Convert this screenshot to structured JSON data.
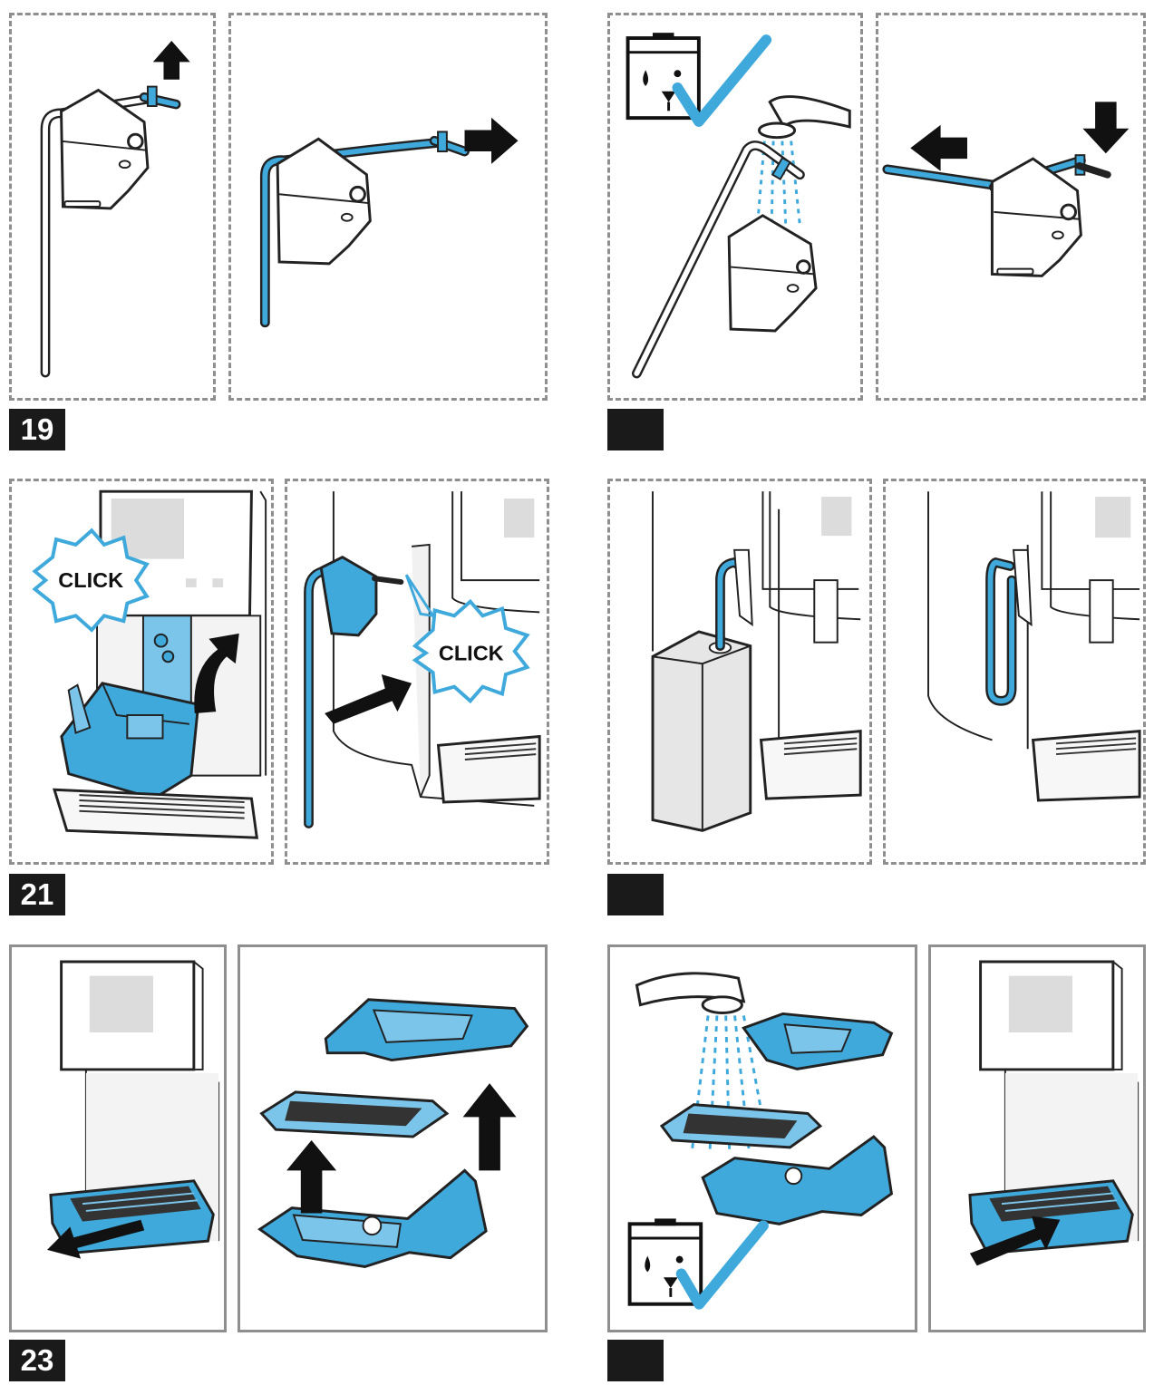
{
  "steps": {
    "s19": "19",
    "s20": "",
    "s21": "21",
    "s22": "",
    "s23": "23",
    "s24": ""
  },
  "callouts": {
    "click": "CLICK"
  },
  "colors": {
    "accent_blue": "#3fa9dc",
    "light_blue": "#7cc5ea",
    "badge": "#1a1a1a",
    "frame": "#8f8f8f",
    "line": "#222222"
  },
  "icons": [
    "arrow-up-icon",
    "arrow-right-icon",
    "arrow-left-icon",
    "arrow-down-icon",
    "dishwasher-safe-icon",
    "checkmark-icon",
    "click-burst-icon",
    "tap-faucet-icon"
  ]
}
